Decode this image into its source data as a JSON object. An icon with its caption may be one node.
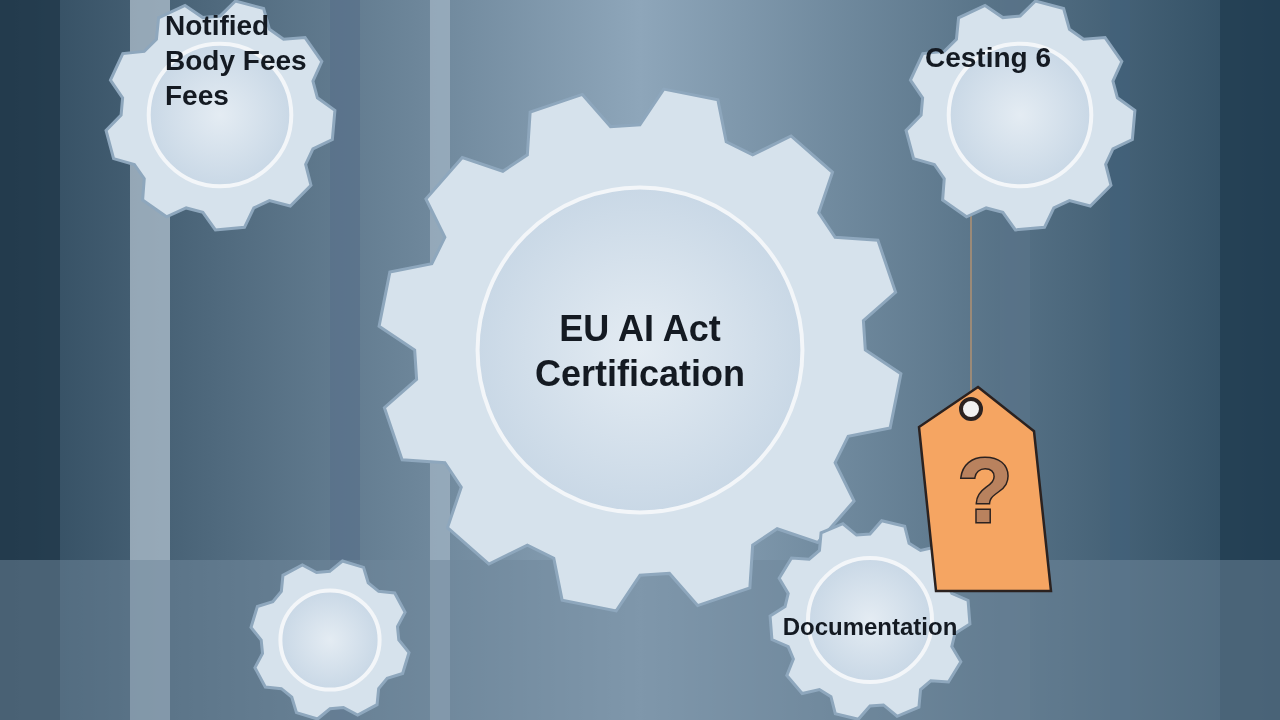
{
  "diagram": {
    "nodes": [
      {
        "text": [
          "Notified Body Fees Fees"
        ]
      },
      {
        "text": [
          "Cesting 6"
        ]
      },
      {
        "text": [
          "EU AI Act Certification"
        ]
      },
      {
        "text": [],
        "shape": "gear"
      },
      {
        "text": [
          "Documentation"
        ]
      },
      {
        "text": [
          "?"
        ]
      }
    ],
    "edges": [
      {
        "from": 1,
        "to": 5,
        "arrow": "none"
      }
    ]
  }
}
